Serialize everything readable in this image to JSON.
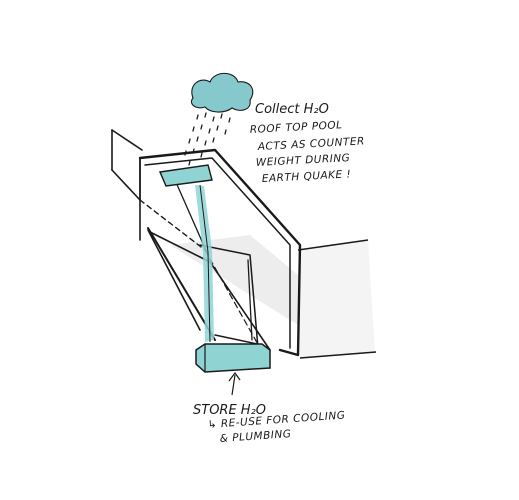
{
  "annotations": {
    "collect": {
      "line1": "Collect H₂O",
      "line2": "ROOF TOP POOL",
      "line3": "ACTS AS COUNTER",
      "line4": "WEIGHT DURING",
      "line5": "EARTH QUAKE !"
    },
    "store": {
      "line1": "STORE H₂O",
      "line2": "↳ RE-USE FOR COOLING",
      "line3": "& PLUMBING"
    }
  },
  "colors": {
    "water": "#8fd3d3",
    "ink": "#1a1a1a",
    "shadow": "#e6e6e6",
    "wall": "#f2f2f2",
    "cloud": "#86c9cc"
  },
  "icons": {
    "cloud": "rain-cloud-icon"
  }
}
